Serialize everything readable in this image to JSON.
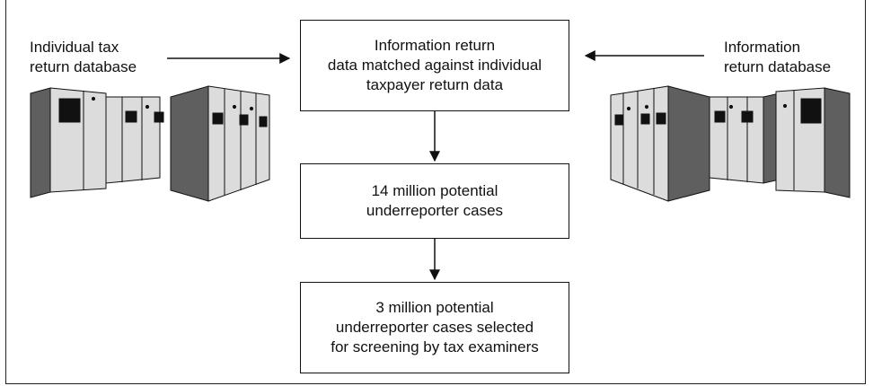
{
  "left_label": "Individual tax\nreturn database",
  "right_label": "Information\nreturn database",
  "box1": "Information return\ndata matched against individual\ntaxpayer return data",
  "box2": "14 million potential\nunderreporter cases",
  "box3": "3 million potential\nunderreporter cases selected\nfor screening by tax examiners",
  "colors": {
    "cabinet_dark": "#5f5f5f",
    "cabinet_light": "#dcdcdc",
    "outline": "#111111"
  },
  "icons": [
    "server-cabinets-left",
    "server-cabinets-right",
    "arrow-right",
    "arrow-left",
    "arrow-down"
  ]
}
